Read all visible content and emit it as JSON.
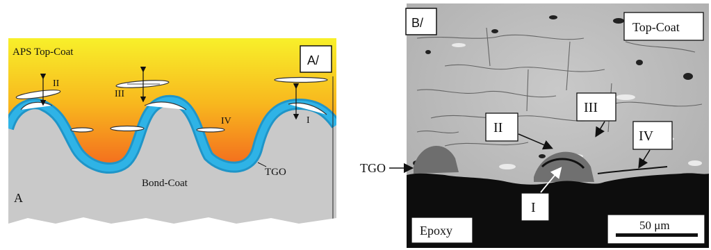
{
  "panel_a": {
    "box_label": "A/",
    "corner_label": "A",
    "top_coat_label": "APS Top-Coat",
    "bond_coat_label": "Bond-Coat",
    "tgo_label": "TGO",
    "crack_labels": [
      "I",
      "II",
      "III",
      "IV"
    ],
    "colors": {
      "top": "#f7ee2a",
      "bottom": "#f0321c",
      "tgo": "#2aa6d8",
      "bond": "#c8c8c8"
    }
  },
  "panel_b": {
    "box_label": "B/",
    "top_coat_label": "Top-Coat",
    "epoxy_label": "Epoxy",
    "tgo_label": "TGO",
    "crack_labels": [
      "I",
      "II",
      "III",
      "IV"
    ],
    "scale_bar_label": "50 μm"
  }
}
